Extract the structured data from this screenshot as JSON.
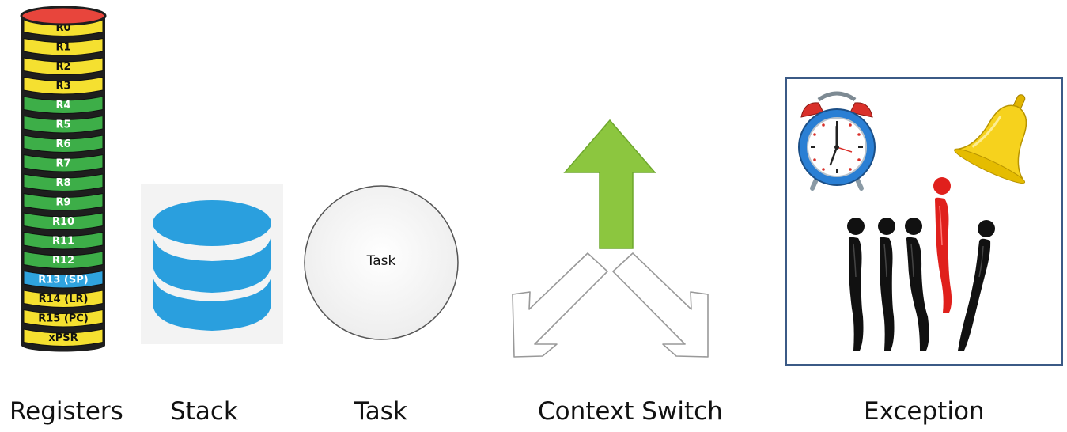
{
  "registers": {
    "caption": "Registers",
    "top_color": "#e8453c",
    "items": [
      {
        "label": "R0",
        "color": "#f5e030"
      },
      {
        "label": "R1",
        "color": "#f5e030"
      },
      {
        "label": "R2",
        "color": "#f5e030"
      },
      {
        "label": "R3",
        "color": "#f5e030"
      },
      {
        "label": "R4",
        "color": "#3dae48"
      },
      {
        "label": "R5",
        "color": "#3dae48"
      },
      {
        "label": "R6",
        "color": "#3dae48"
      },
      {
        "label": "R7",
        "color": "#3dae48"
      },
      {
        "label": "R8",
        "color": "#3dae48"
      },
      {
        "label": "R9",
        "color": "#3dae48"
      },
      {
        "label": "R10",
        "color": "#3dae48"
      },
      {
        "label": "R11",
        "color": "#3dae48"
      },
      {
        "label": "R12",
        "color": "#3dae48"
      },
      {
        "label": "R13 (SP)",
        "color": "#2fa3de"
      },
      {
        "label": "R14 (LR)",
        "color": "#f5e030"
      },
      {
        "label": "R15 (PC)",
        "color": "#f5e030"
      },
      {
        "label": "xPSR",
        "color": "#f5e030"
      }
    ]
  },
  "stack": {
    "caption": "Stack",
    "color": "#2a9fde",
    "icon": "database-icon"
  },
  "task": {
    "caption": "Task",
    "circle_label": "Task"
  },
  "context_switch": {
    "caption": "Context Switch",
    "up_arrow_color": "#8cc63f",
    "outline_arrow_color": "#ffffff"
  },
  "exception": {
    "caption": "Exception",
    "border_color": "#3b5a86",
    "icons": [
      "alarm-clock-icon",
      "bell-icon",
      "people-queue-icon"
    ]
  }
}
